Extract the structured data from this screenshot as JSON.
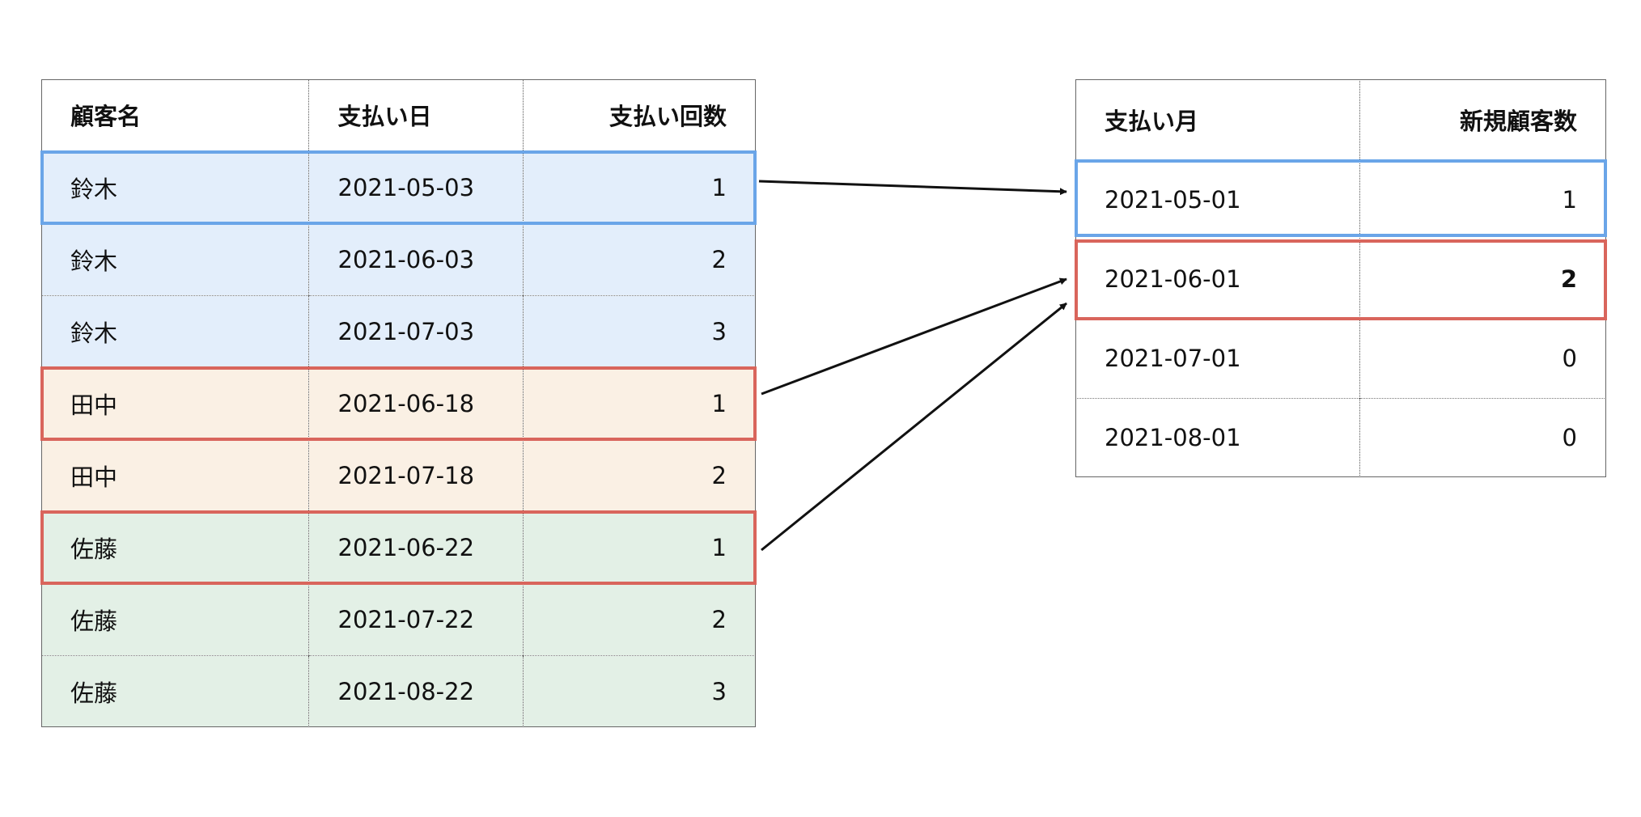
{
  "colors": {
    "blue_group": "#e3eefb",
    "orange_group": "#faf0e4",
    "green_group": "#e3f0e6",
    "blue_outline": "#6aa5e8",
    "red_outline": "#d9655c"
  },
  "left_table": {
    "headers": [
      "顧客名",
      "支払い日",
      "支払い回数"
    ],
    "rows": [
      {
        "name": "鈴木",
        "date": "2021-05-03",
        "count": "1",
        "group": "blue"
      },
      {
        "name": "鈴木",
        "date": "2021-06-03",
        "count": "2",
        "group": "blue"
      },
      {
        "name": "鈴木",
        "date": "2021-07-03",
        "count": "3",
        "group": "blue"
      },
      {
        "name": "田中",
        "date": "2021-06-18",
        "count": "1",
        "group": "orange"
      },
      {
        "name": "田中",
        "date": "2021-07-18",
        "count": "2",
        "group": "orange"
      },
      {
        "name": "佐藤",
        "date": "2021-06-22",
        "count": "1",
        "group": "green"
      },
      {
        "name": "佐藤",
        "date": "2021-07-22",
        "count": "2",
        "group": "green"
      },
      {
        "name": "佐藤",
        "date": "2021-08-22",
        "count": "3",
        "group": "green"
      }
    ]
  },
  "right_table": {
    "headers": [
      "支払い月",
      "新規顧客数"
    ],
    "rows": [
      {
        "month": "2021-05-01",
        "count": "1"
      },
      {
        "month": "2021-06-01",
        "count": "2",
        "bold": true
      },
      {
        "month": "2021-07-01",
        "count": "0"
      },
      {
        "month": "2021-08-01",
        "count": "0"
      }
    ]
  }
}
